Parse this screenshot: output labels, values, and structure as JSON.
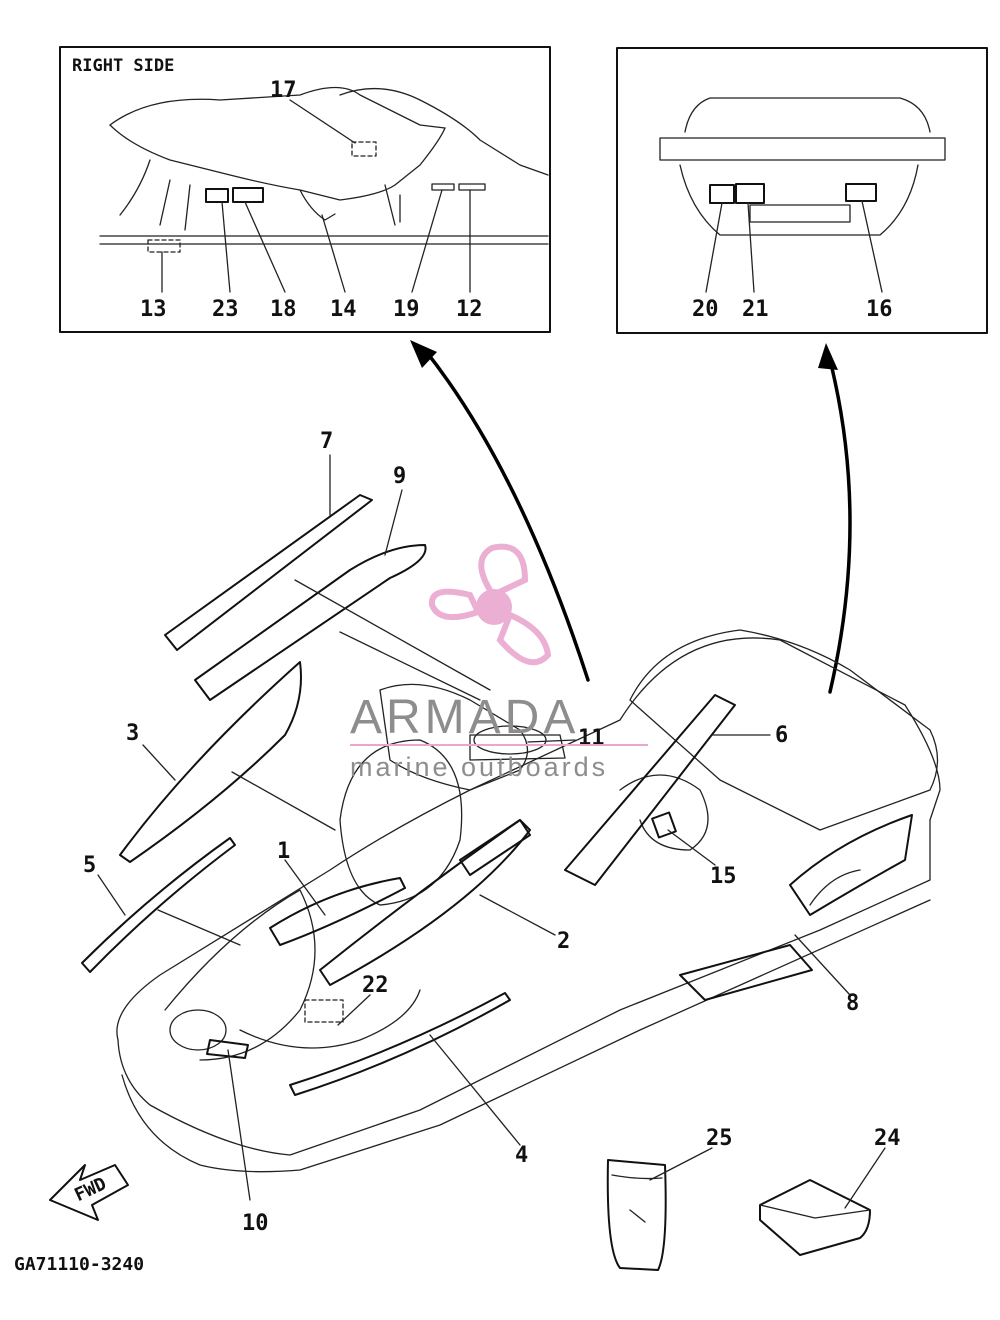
{
  "inset_left": {
    "header": "RIGHT SIDE",
    "callouts": [
      "17",
      "13",
      "23",
      "18",
      "14",
      "19",
      "12"
    ]
  },
  "inset_right": {
    "callouts": [
      "20",
      "21",
      "16"
    ]
  },
  "main_callouts": [
    "7",
    "9",
    "3",
    "11",
    "6",
    "5",
    "1",
    "15",
    "2",
    "22",
    "8",
    "4",
    "10",
    "25",
    "24"
  ],
  "fwd_label": "FWD",
  "diagram_code": "GA71110-3240",
  "watermark": {
    "title": "ARMADA",
    "subtitle": "marine outboards",
    "brand_color": "#e9a7cf"
  }
}
